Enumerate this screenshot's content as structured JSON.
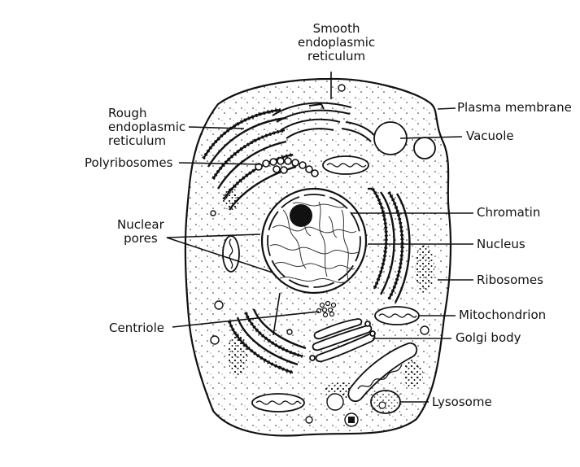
{
  "diagram": {
    "labels": {
      "smooth_er": [
        "Smooth",
        "endoplasmic",
        "reticulum"
      ],
      "rough_er": [
        "Rough",
        "endoplasmic",
        "reticulum"
      ],
      "polyribosomes": "Polyribosomes",
      "nuclear_pores": [
        "Nuclear",
        "pores"
      ],
      "centriole": "Centriole",
      "plasma_membrane": "Plasma membrane",
      "vacuole": "Vacuole",
      "chromatin": "Chromatin",
      "nucleus": "Nucleus",
      "ribosomes": "Ribosomes",
      "mitochondrion": "Mitochondrion",
      "golgi_body": "Golgi body",
      "lysosome": "Lysosome"
    },
    "colors": {
      "ink": "#111111",
      "background": "#ffffff"
    }
  }
}
